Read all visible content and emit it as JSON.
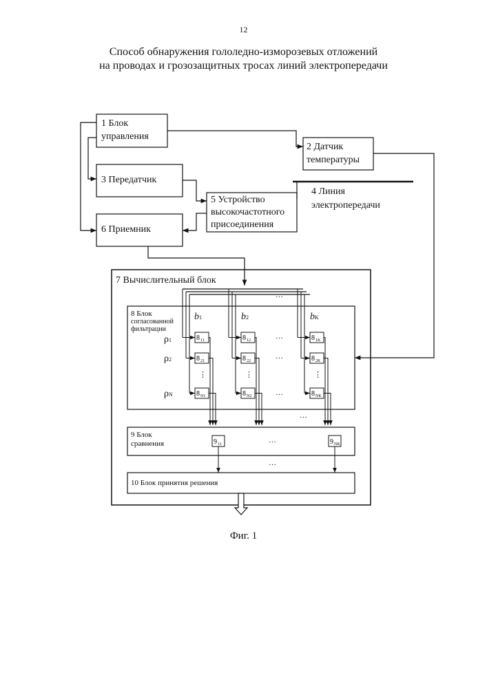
{
  "header": {
    "page_number": "12",
    "title_line1": "Способ обнаружения гололедно-изморозевых отложений",
    "title_line2": "на проводах и грозозащитных тросах линий электропередачи"
  },
  "blocks": {
    "control_line1": "1 Блок",
    "control_line2": "управления",
    "temp_line1": "2 Датчик",
    "temp_line2": "температуры",
    "transmitter": "3 Передатчик",
    "powerline_line1": "4 Линия",
    "powerline_line2": "электропередачи",
    "hf_line1": "5 Устройство",
    "hf_line2": "высокочастотного",
    "hf_line3": "присоединения",
    "receiver": "6 Приемник",
    "compute": "7 Вычислительный блок",
    "filter_line1": "8 Блок",
    "filter_line2": "согласованной",
    "filter_line3": "фильтрации",
    "compare_line1": "9 Блок",
    "compare_line2": "сравнения",
    "decision": "10 Блок принятия решения"
  },
  "filter_bank": {
    "columns": [
      {
        "b": "b",
        "b_sub": "1",
        "cells": [
          "8",
          "8",
          "8"
        ],
        "cell_subs": [
          "11",
          "21",
          "N1"
        ]
      },
      {
        "b": "b",
        "b_sub": "2",
        "cells": [
          "8",
          "8",
          "8"
        ],
        "cell_subs": [
          "12",
          "22",
          "N2"
        ]
      },
      {
        "b": "b",
        "b_sub": "K",
        "cells": [
          "8",
          "8",
          "8"
        ],
        "cell_subs": [
          "1K",
          "2K",
          "NK"
        ]
      }
    ],
    "rows": [
      {
        "rho": "ρ",
        "sub": "1"
      },
      {
        "rho": "ρ",
        "sub": "2"
      },
      {
        "rho": "ρ",
        "sub": "N"
      }
    ],
    "ellipsis": "…",
    "vertical_ellipsis": "⋮"
  },
  "compare_cells": [
    {
      "label": "9",
      "sub": "11"
    },
    {
      "label": "9",
      "sub": "NK"
    }
  ],
  "caption": "Фиг. 1"
}
